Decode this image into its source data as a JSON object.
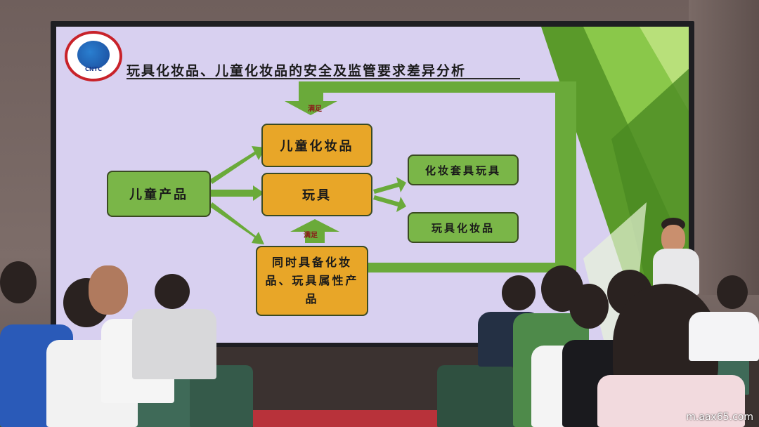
{
  "slide": {
    "title": "玩具化妆品、儿童化妆品的安全及监管要求差异分析",
    "logo_text": "CNTC",
    "boxes": {
      "children_products": "儿童产品",
      "children_cosmetics": "儿童化妆品",
      "toys": "玩具",
      "makeup_kit_toys": "化妆套具玩具",
      "toy_cosmetics": "玩具化妆品",
      "dual_attribute": "同时具备化妆品、玩具属性产品"
    },
    "arrow_labels": {
      "satisfy_top": "满足",
      "satisfy_middle": "满足"
    }
  },
  "watermark": "m.aax65.com",
  "colors": {
    "green_box": "#7ab648",
    "orange_box": "#e8a628",
    "slide_bg": "#d8d0f0",
    "arrow_green": "#6aaa3a"
  }
}
